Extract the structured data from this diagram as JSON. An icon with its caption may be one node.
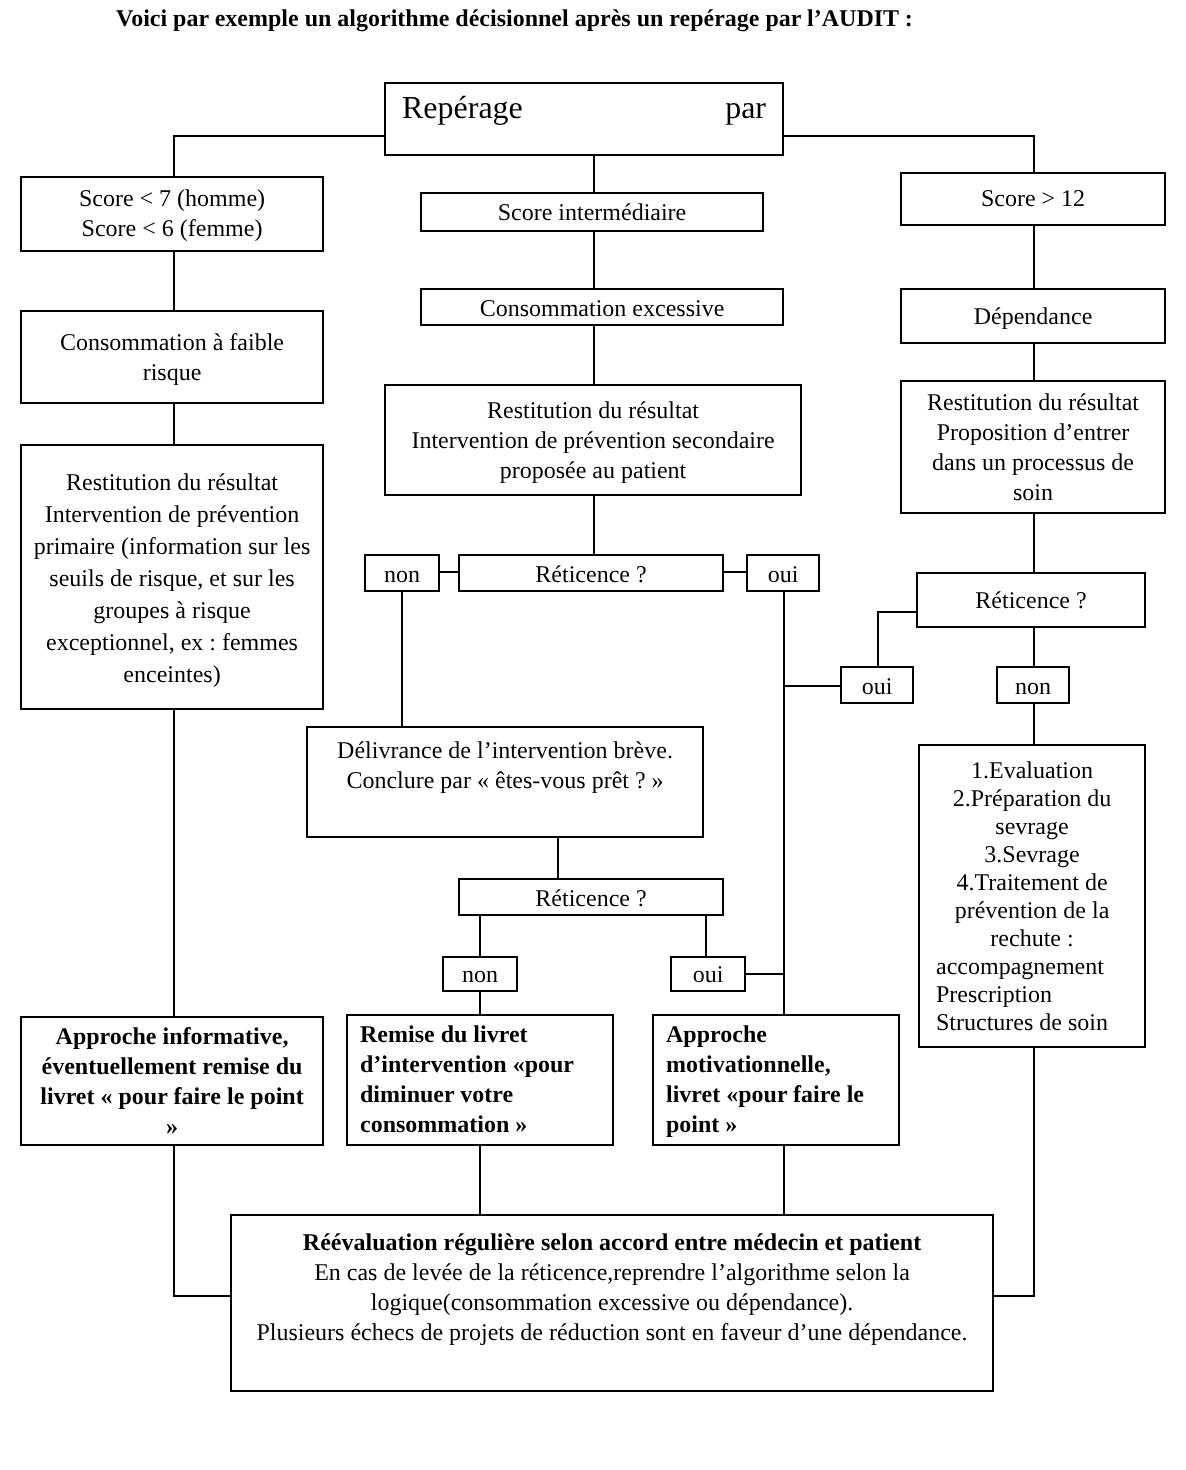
{
  "diagram": {
    "title": "Voici par exemple un algorithme décisionnel après un repérage par l’AUDIT :",
    "nodes": [
      {
        "text": [
          "Repérage par"
        ]
      },
      {
        "text": [
          "Score < 7 (homme)",
          "Score < 6 (femme)"
        ]
      },
      {
        "text": [
          "Score intermédiaire"
        ]
      },
      {
        "text": [
          "Score > 12"
        ]
      },
      {
        "text": [
          "Consommation à faible risque"
        ]
      },
      {
        "text": [
          "Consommation excessive"
        ]
      },
      {
        "text": [
          "Dépendance"
        ]
      },
      {
        "text": [
          "Restitution du résultat",
          "Intervention de prévention secondaire proposée au patient"
        ]
      },
      {
        "text": [
          "Restitution du résultat",
          "Intervention de prévention primaire (information sur les seuils de risque, et sur les groupes à risque exceptionnel, ex : femmes enceintes)"
        ]
      },
      {
        "text": [
          "Restitution du résultat",
          "Proposition d’entrer dans un processus de soin"
        ]
      },
      {
        "text": [
          "non"
        ]
      },
      {
        "text": [
          "Réticence ?"
        ]
      },
      {
        "text": [
          "oui"
        ]
      },
      {
        "text": [
          "Réticence ?"
        ]
      },
      {
        "text": [
          "oui"
        ]
      },
      {
        "text": [
          "non"
        ]
      },
      {
        "text": [
          "Délivrance de l’intervention brève.",
          "Conclure par « êtes-vous prêt ? »"
        ]
      },
      {
        "text": [
          "1.Evaluation",
          "2.Préparation du sevrage",
          "3.Sevrage",
          "4.Traitement de prévention de la rechute :",
          "accompagnement",
          "Prescription",
          "Structures de soin"
        ]
      },
      {
        "text": [
          "Réticence ?"
        ]
      },
      {
        "text": [
          "non"
        ]
      },
      {
        "text": [
          "oui"
        ]
      },
      {
        "text": [
          "Approche informative, éventuellement remise du livret « pour faire le point »"
        ]
      },
      {
        "text": [
          "Remise du livret d’intervention «pour diminuer votre consommation »"
        ]
      },
      {
        "text": [
          "Approche motivationnelle, livret «pour faire le point »"
        ]
      },
      {
        "text": [
          "Réévaluation régulière selon accord entre médecin et patient",
          "En cas de levée de la réticence,reprendre l’algorithme selon la logique(consommation excessive ou dépendance).",
          "Plusieurs échecs de projets de réduction sont en faveur d’une dépendance."
        ]
      }
    ],
    "edges": [
      {
        "from": 0,
        "to": 1,
        "arrow": "none"
      },
      {
        "from": 0,
        "to": 2,
        "arrow": "none"
      },
      {
        "from": 0,
        "to": 3,
        "arrow": "none"
      },
      {
        "from": 1,
        "to": 4,
        "arrow": "none"
      },
      {
        "from": 2,
        "to": 5,
        "arrow": "none"
      },
      {
        "from": 3,
        "to": 6,
        "arrow": "none"
      },
      {
        "from": 4,
        "to": 8,
        "arrow": "none"
      },
      {
        "from": 5,
        "to": 7,
        "arrow": "none"
      },
      {
        "from": 6,
        "to": 9,
        "arrow": "none"
      },
      {
        "from": 7,
        "to": 11,
        "arrow": "none"
      },
      {
        "from": 11,
        "to": 10,
        "arrow": "none"
      },
      {
        "from": 11,
        "to": 12,
        "arrow": "none"
      },
      {
        "from": 9,
        "to": 13,
        "arrow": "none"
      },
      {
        "from": 13,
        "to": 14,
        "arrow": "none"
      },
      {
        "from": 13,
        "to": 15,
        "arrow": "none"
      },
      {
        "from": 10,
        "to": 16,
        "arrow": "none"
      },
      {
        "from": 12,
        "to": 23,
        "arrow": "none"
      },
      {
        "from": 14,
        "to": 23,
        "arrow": "none"
      },
      {
        "from": 15,
        "to": 17,
        "arrow": "none"
      },
      {
        "from": 16,
        "to": 18,
        "arrow": "none"
      },
      {
        "from": 18,
        "to": 19,
        "arrow": "none"
      },
      {
        "from": 18,
        "to": 20,
        "arrow": "none"
      },
      {
        "from": 20,
        "to": 23,
        "arrow": "none"
      },
      {
        "from": 19,
        "to": 22,
        "arrow": "none"
      },
      {
        "from": 8,
        "to": 21,
        "arrow": "none"
      },
      {
        "from": 21,
        "to": 24,
        "arrow": "none"
      },
      {
        "from": 22,
        "to": 24,
        "arrow": "none"
      },
      {
        "from": 23,
        "to": 24,
        "arrow": "none"
      },
      {
        "from": 17,
        "to": 24,
        "arrow": "none"
      }
    ]
  }
}
